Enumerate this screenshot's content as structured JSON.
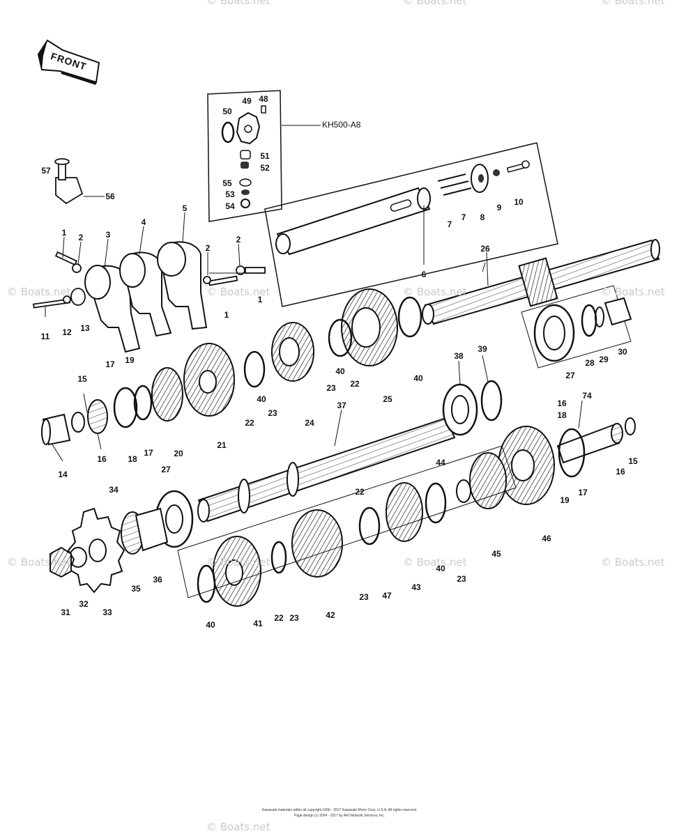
{
  "diagram": {
    "front_label": "FRONT",
    "kit_label": "KH500-A8",
    "watermarks": [
      "© Boats.net",
      "© Boats.net",
      "© Boats.net",
      "© Boats.net",
      "© Boats.net",
      "© Boats.net",
      "© Boats.net",
      "© Boats.net",
      "© Boats.net",
      "© Boats.net",
      "© Boats.net",
      "© Boats.net"
    ],
    "footer_line1": "Kawasaki materials within all copyright 1966 - 2017 Kawasaki Motor Corp. U.S.A. All rights reserved.",
    "footer_line2": "Page design (c) 2004 - 2017 by ARI Network Services, Inc.",
    "labels": [
      "1",
      "1",
      "1",
      "2",
      "2",
      "2",
      "3",
      "4",
      "5",
      "6",
      "7",
      "7",
      "8",
      "9",
      "10",
      "11",
      "12",
      "13",
      "14",
      "15",
      "15",
      "16",
      "16",
      "16",
      "17",
      "17",
      "17",
      "18",
      "18",
      "19",
      "19",
      "20",
      "21",
      "22",
      "22",
      "22",
      "22",
      "23",
      "23",
      "23",
      "23",
      "23",
      "24",
      "25",
      "26",
      "27",
      "27",
      "28",
      "29",
      "30",
      "31",
      "32",
      "33",
      "34",
      "35",
      "36",
      "37",
      "38",
      "39",
      "40",
      "40",
      "40",
      "40",
      "40",
      "41",
      "42",
      "43",
      "44",
      "45",
      "46",
      "47",
      "48",
      "49",
      "50",
      "51",
      "52",
      "53",
      "54",
      "55",
      "56",
      "57",
      "74"
    ]
  }
}
